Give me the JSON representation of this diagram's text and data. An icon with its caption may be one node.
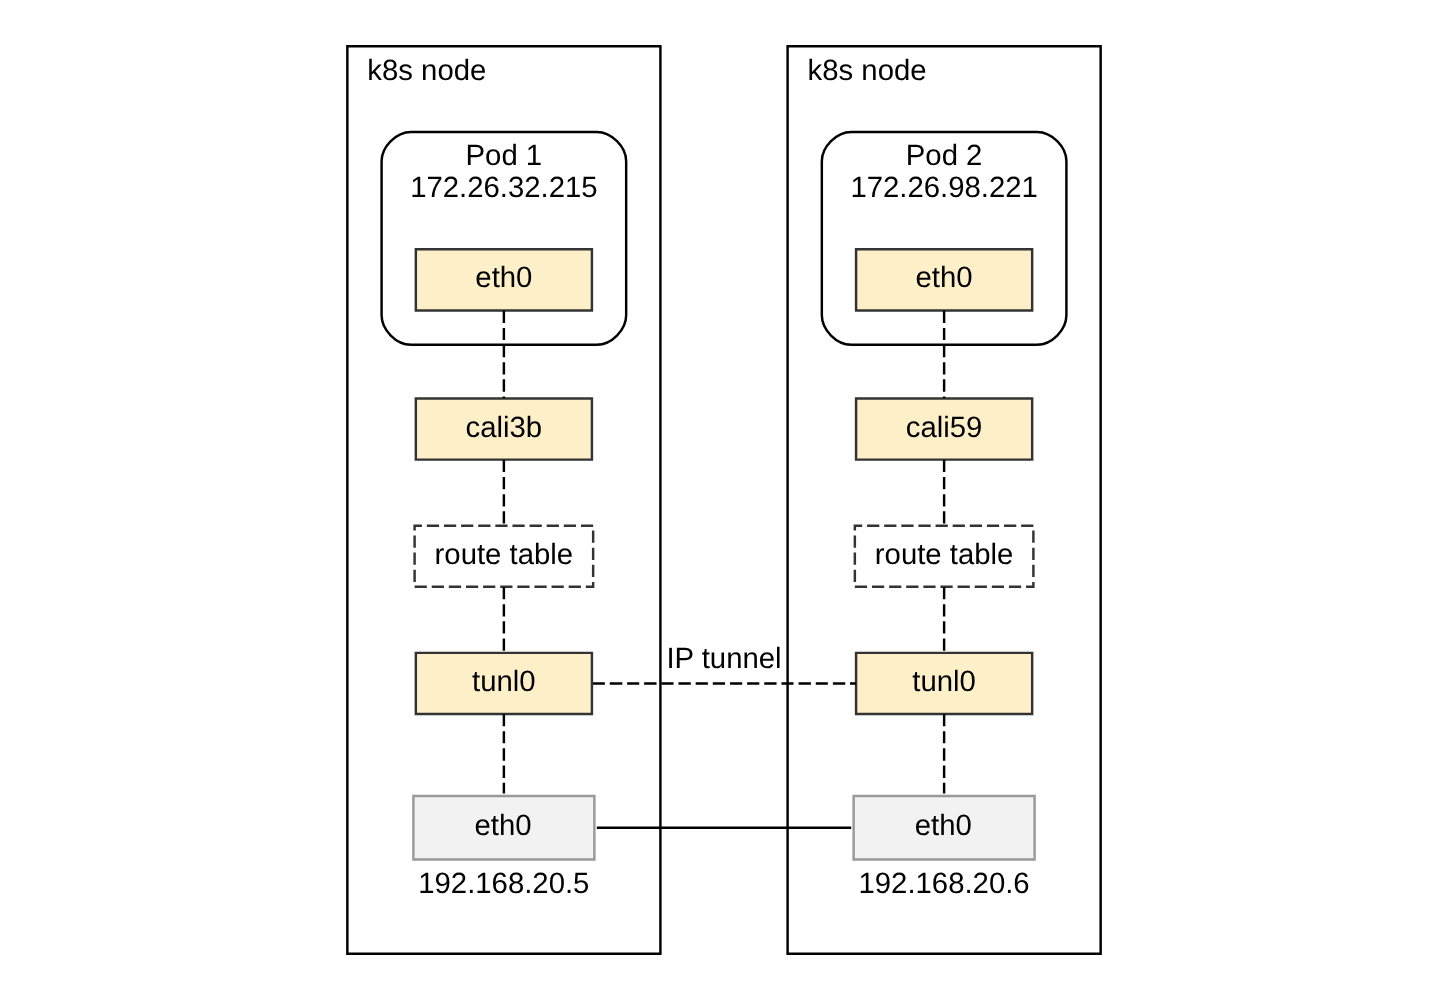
{
  "diagram": {
    "nodes": [
      {
        "text": [
          "k8s node"
        ]
      },
      {
        "text": [
          "Pod 1",
          "172.26.32.215"
        ],
        "in": 0
      },
      {
        "text": [
          "eth0"
        ],
        "in": 1
      },
      {
        "text": [
          "cali3b"
        ],
        "in": 0
      },
      {
        "text": [
          "route table"
        ],
        "in": 0
      },
      {
        "text": [
          "tunl0"
        ],
        "in": 0
      },
      {
        "text": [
          "eth0"
        ],
        "in": 0,
        "beside": [
          "192.168.20.5"
        ]
      },
      {
        "text": [
          "k8s node"
        ]
      },
      {
        "text": [
          "Pod 2",
          "172.26.98.221"
        ],
        "in": 7
      },
      {
        "text": [
          "eth0"
        ],
        "in": 8
      },
      {
        "text": [
          "cali59"
        ],
        "in": 7
      },
      {
        "text": [
          "route table"
        ],
        "in": 7
      },
      {
        "text": [
          "tunl0"
        ],
        "in": 7
      },
      {
        "text": [
          "eth0"
        ],
        "in": 7,
        "beside": [
          "192.168.20.6"
        ]
      }
    ],
    "edges": [
      {
        "from": 2,
        "to": 3,
        "arrow": "none",
        "style": "dashed"
      },
      {
        "from": 3,
        "to": 4,
        "arrow": "none",
        "style": "dashed"
      },
      {
        "from": 4,
        "to": 5,
        "arrow": "none",
        "style": "dashed"
      },
      {
        "from": 5,
        "to": 6,
        "arrow": "none",
        "style": "dashed"
      },
      {
        "from": 9,
        "to": 10,
        "arrow": "none",
        "style": "dashed"
      },
      {
        "from": 10,
        "to": 11,
        "arrow": "none",
        "style": "dashed"
      },
      {
        "from": 11,
        "to": 12,
        "arrow": "none",
        "style": "dashed"
      },
      {
        "from": 12,
        "to": 13,
        "arrow": "none",
        "style": "dashed"
      },
      {
        "from": 5,
        "to": 12,
        "arrow": "none",
        "style": "dashed",
        "label": "IP tunnel"
      },
      {
        "from": 6,
        "to": 13,
        "arrow": "none"
      }
    ]
  }
}
